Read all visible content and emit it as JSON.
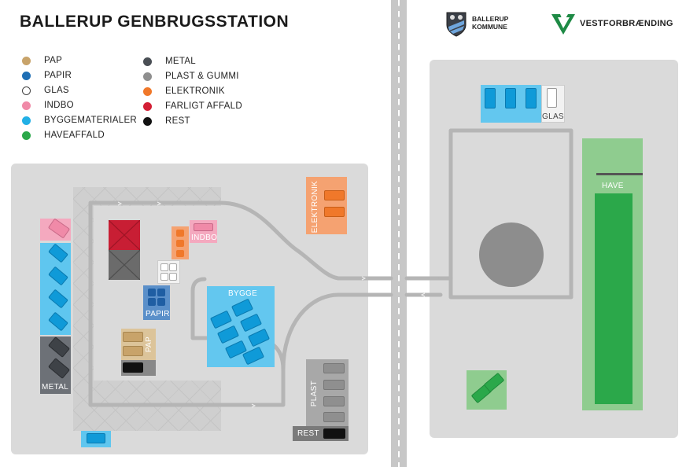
{
  "title": "BALLERUP GENBRUGSSTATION",
  "logos": {
    "municipality_line1": "BALLERUP",
    "municipality_line2": "KOMMUNE",
    "company": "VESTFORBRÆNDING"
  },
  "legend": [
    {
      "label": "PAP",
      "color": "#c8a36a"
    },
    {
      "label": "PAPIR",
      "color": "#1f6fb5"
    },
    {
      "label": "GLAS",
      "color": "#ffffff"
    },
    {
      "label": "INDBO",
      "color": "#f08aa8"
    },
    {
      "label": "BYGGEMATERIALER",
      "color": "#22b0e6"
    },
    {
      "label": "HAVEAFFALD",
      "color": "#2ba84a"
    },
    {
      "label": "METAL",
      "color": "#4a4f55"
    },
    {
      "label": "PLAST & GUMMI",
      "color": "#8f8f8f"
    },
    {
      "label": "ELEKTRONIK",
      "color": "#f0782a"
    },
    {
      "label": "FARLIGT AFFALD",
      "color": "#d31f35"
    },
    {
      "label": "REST",
      "color": "#111111"
    }
  ],
  "map_labels": {
    "elektronik": "ELEKTRONIK",
    "indbo": "INDBO",
    "papir": "PAPIR",
    "pap": "PAP",
    "bygge": "BYGGE",
    "metal": "METAL",
    "plast": "PLAST",
    "rest": "REST",
    "glas": "GLAS",
    "have": "HAVE"
  }
}
